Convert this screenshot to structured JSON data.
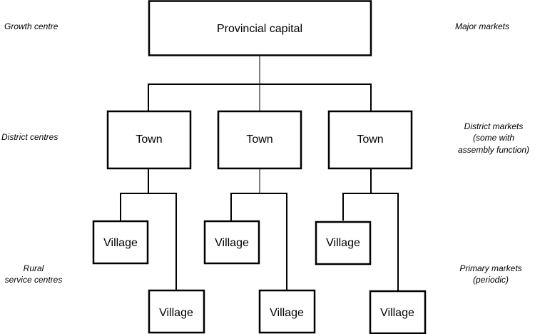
{
  "left_labels": {
    "growth": "Growth centre",
    "district": "District centres",
    "rural_1": "Rural",
    "rural_2": "service centres"
  },
  "right_labels": {
    "major": "Major markets",
    "district_1": "District markets",
    "district_2": "(some with",
    "district_3": "assembly function)",
    "primary_1": "Primary markets",
    "primary_2": "(periodic)"
  },
  "nodes": {
    "capital": "Provincial capital",
    "town": "Town",
    "village": "Village"
  }
}
